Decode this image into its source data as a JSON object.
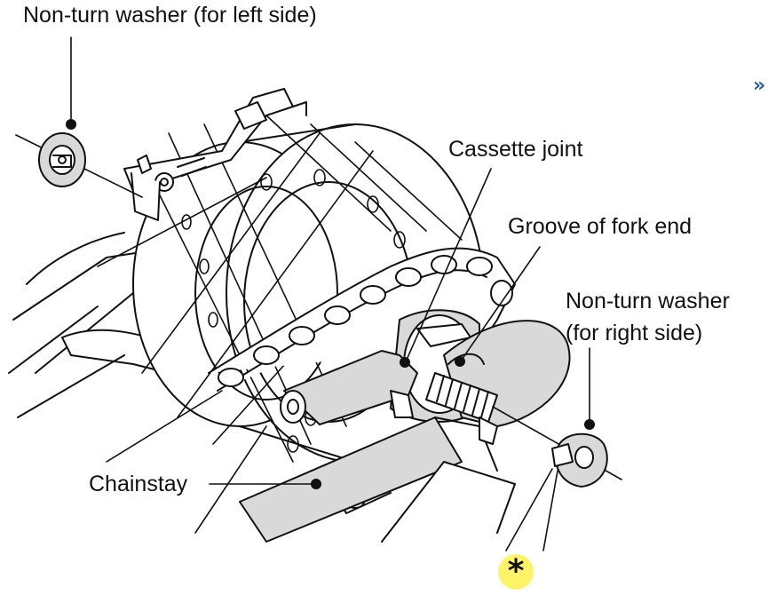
{
  "labels": {
    "left_washer": "Non-turn washer (for left side)",
    "cassette_joint": "Cassette joint",
    "groove": "Groove of fork end",
    "right_washer_line1": "Non-turn washer",
    "right_washer_line2": "(for right side)",
    "chainstay": "Chainstay",
    "asterisk": "*"
  },
  "nav_icon": "double-chevron-right-icon",
  "colors": {
    "highlight": "#fff36a",
    "part_gray": "#d9d9d9",
    "nav": "#2a5aa8"
  }
}
